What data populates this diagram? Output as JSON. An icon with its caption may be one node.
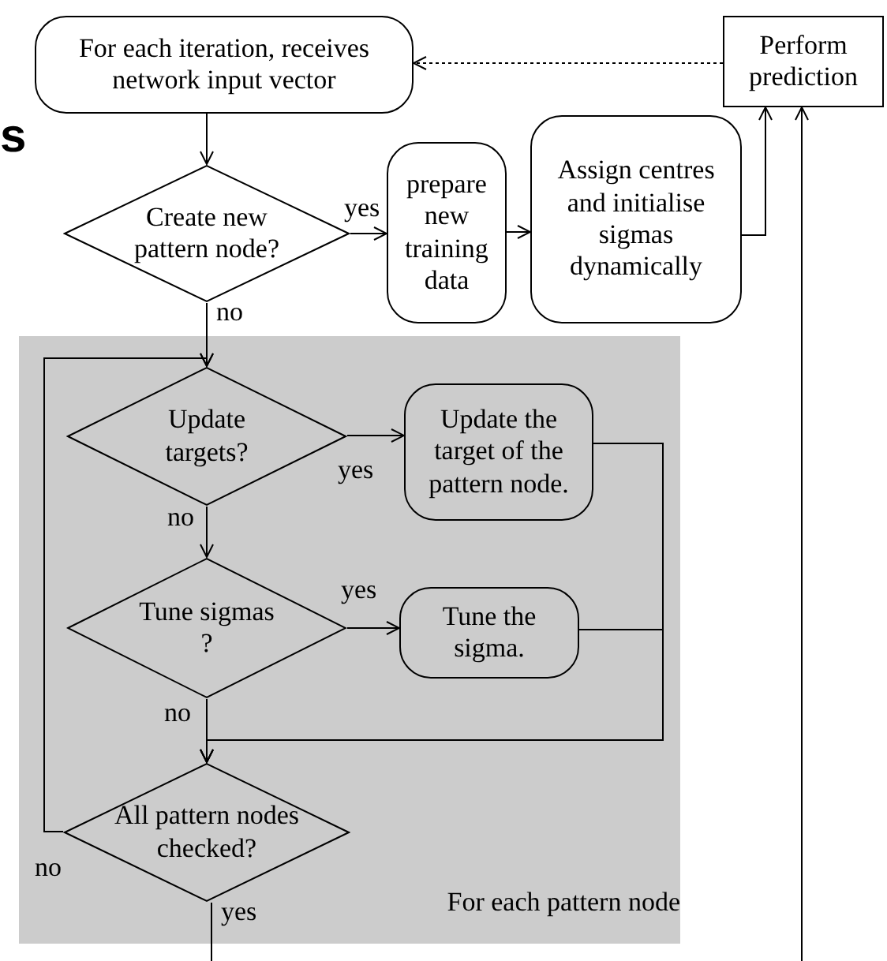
{
  "diagram": {
    "nodes": [
      {
        "text": [
          "For each iteration, receives network input vector"
        ]
      },
      {
        "text": [
          "Perform prediction"
        ]
      },
      {
        "text": [
          "Create new pattern node?"
        ]
      },
      {
        "text": [
          "prepare new training data"
        ]
      },
      {
        "text": [
          "Assign centres and initialise sigmas dynamically"
        ]
      },
      {
        "text": [
          "For each pattern node"
        ]
      },
      {
        "text": [
          "Update targets?"
        ],
        "in": 5
      },
      {
        "text": [
          "Update the target of the pattern node."
        ],
        "in": 5
      },
      {
        "text": [
          "Tune sigmas ?"
        ],
        "in": 5
      },
      {
        "text": [
          "Tune the sigma."
        ],
        "in": 5
      },
      {
        "text": [
          "All pattern nodes checked?"
        ],
        "in": 5
      }
    ],
    "edges": [
      {
        "from": 0,
        "to": 2,
        "arrow": "to"
      },
      {
        "from": 2,
        "to": 3,
        "arrow": "to",
        "label": "yes"
      },
      {
        "from": 3,
        "to": 4,
        "arrow": "to"
      },
      {
        "from": 4,
        "to": 1,
        "arrow": "to"
      },
      {
        "from": 1,
        "to": 0,
        "arrow": "to",
        "style": "dashed"
      },
      {
        "from": 2,
        "to": 6,
        "arrow": "to",
        "label": "no"
      },
      {
        "from": 6,
        "to": 7,
        "arrow": "to",
        "label": "yes"
      },
      {
        "from": 6,
        "to": 8,
        "arrow": "to",
        "label": "no"
      },
      {
        "from": 8,
        "to": 9,
        "arrow": "to",
        "label": "yes"
      },
      {
        "from": 7,
        "to": 10,
        "arrow": "to"
      },
      {
        "from": 9,
        "to": 10,
        "arrow": "to"
      },
      {
        "from": 8,
        "to": 10,
        "arrow": "to",
        "label": "no"
      },
      {
        "from": 10,
        "to": 6,
        "arrow": "to",
        "label": "no"
      },
      {
        "from": 10,
        "to": null,
        "arrow": "none",
        "label": "yes"
      },
      {
        "from": null,
        "to": 1,
        "arrow": "to"
      }
    ],
    "labels": [
      "s"
    ]
  }
}
